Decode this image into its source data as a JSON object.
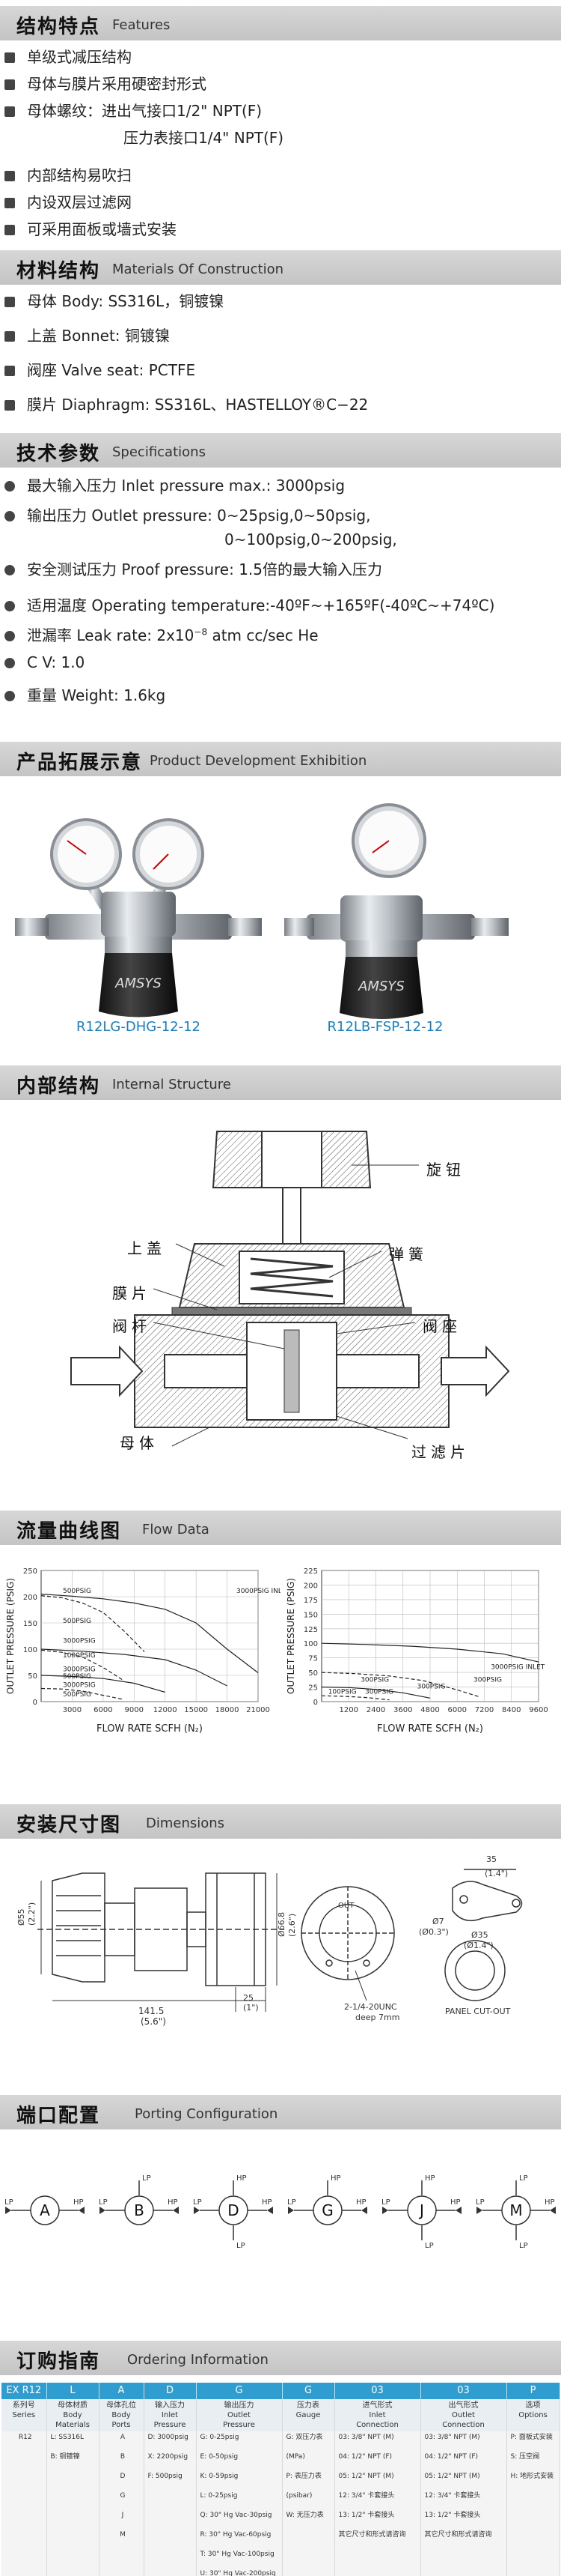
{
  "features": {
    "title_zh": "结构特点",
    "title_en": "Features",
    "items": [
      "单级式减压结构",
      "母体与膜片采用硬密封形式",
      "母体螺纹：进出气接口1/2\" NPT(F)",
      "压力表接口1/4\" NPT(F)",
      "内部结构易吹扫",
      "内设双层过滤网",
      "可采用面板或墙式安装"
    ]
  },
  "materials": {
    "title_zh": "材料结构",
    "title_en": "Materials Of Construction",
    "items": [
      "母体 Body: SS316L，铜镀镍",
      "上盖 Bonnet: 铜镀镍",
      "阀座 Valve seat: PCTFE",
      "膜片 Diaphragm: SS316L、HASTELLOY®C−22"
    ]
  },
  "specs": {
    "title_zh": "技术参数",
    "title_en": "Specifications",
    "inlet": "最大输入压力 Inlet pressure max.: 3000psig",
    "outlet_1": "输出压力 Outlet pressure: 0~25psig,0~50psig,",
    "outlet_2": "0~100psig,0~200psig,",
    "proof": "安全测试压力 Proof pressure: 1.5倍的最大输入压力",
    "temp": "适用温度 Operating temperature:-40ºF~+165ºF(-40ºC~+74ºC)",
    "leak_pre": "泄漏率 Leak rate: 2x10",
    "leak_exp": "−8",
    "leak_post": " atm cc/sec He",
    "cv": "C V: 1.0",
    "weight": "重量 Weight: 1.6kg"
  },
  "products": {
    "title_zh": "产品拓展示意",
    "title_en": "Product Development Exhibition",
    "left_caption": "R12LG-DHG-12-12",
    "right_caption": "R12LB-FSP-12-12",
    "brand": "AMSYS"
  },
  "internal": {
    "title_zh": "内部结构",
    "title_en": "Internal Structure",
    "labels": {
      "knob": "旋钮",
      "bonnet": "上盖",
      "spring": "弹簧",
      "diaphragm": "膜片",
      "stem": "阀杆",
      "seat": "阀座",
      "body": "母体",
      "filter": "过滤片"
    }
  },
  "flow": {
    "title_zh": "流量曲线图",
    "title_en": "Flow Data"
  },
  "chart_data": [
    {
      "type": "line",
      "ylabel": "OUTLET PRESSURE (PSIG)",
      "xlabel": "FLOW RATE SCFH (N₂)",
      "x_ticks": [
        "3000",
        "6000",
        "9000",
        "12000",
        "15000",
        "18000",
        "21000"
      ],
      "y_ticks": [
        "0",
        "50",
        "100",
        "150",
        "200",
        "250"
      ],
      "xlim": [
        0,
        21000
      ],
      "ylim": [
        0,
        250
      ],
      "series_labels": [
        "500PSIG",
        "3000PSIG INLET",
        "500PSIG",
        "3000PSIG",
        "1000PSIG",
        "3000PSIG",
        "500PSIG",
        "3000PSIG",
        "500PSIG"
      ],
      "series": [
        {
          "values": [
            [
              0,
              205
            ],
            [
              3000,
              201
            ],
            [
              6000,
              196
            ],
            [
              9000,
              188
            ],
            [
              12000,
              176
            ],
            [
              15000,
              150
            ],
            [
              18000,
              100
            ],
            [
              21000,
              55
            ]
          ]
        },
        {
          "values": [
            [
              0,
              202
            ],
            [
              2000,
              198
            ],
            [
              4000,
              188
            ],
            [
              6000,
              170
            ],
            [
              8000,
              135
            ],
            [
              10000,
              95
            ]
          ]
        },
        {
          "values": [
            [
              0,
              100
            ],
            [
              4000,
              96
            ],
            [
              8000,
              90
            ],
            [
              12000,
              80
            ],
            [
              15000,
              60
            ],
            [
              18000,
              30
            ]
          ]
        },
        {
          "values": [
            [
              0,
              98
            ],
            [
              2000,
              94
            ],
            [
              4000,
              85
            ],
            [
              6000,
              65
            ],
            [
              8000,
              40
            ]
          ]
        },
        {
          "values": [
            [
              0,
              50
            ],
            [
              3000,
              48
            ],
            [
              6000,
              44
            ],
            [
              9000,
              35
            ],
            [
              12000,
              18
            ]
          ]
        },
        {
          "values": [
            [
              0,
              25
            ],
            [
              2000,
              24
            ],
            [
              4000,
              20
            ],
            [
              6000,
              12
            ],
            [
              8000,
              4
            ]
          ]
        }
      ]
    },
    {
      "type": "line",
      "ylabel": "OUTLET PRESSURE (PSIG)",
      "xlabel": "FLOW RATE SCFH (N₂)",
      "x_ticks": [
        "1200",
        "2400",
        "3600",
        "4800",
        "6000",
        "7200",
        "8400",
        "9600"
      ],
      "y_ticks": [
        "0",
        "25",
        "50",
        "75",
        "100",
        "125",
        "150",
        "175",
        "200",
        "225"
      ],
      "xlim": [
        0,
        9600
      ],
      "ylim": [
        0,
        225
      ],
      "series_labels": [
        "3000PSIG INLET",
        "300PSIG",
        "300PSIG",
        "100PSIG",
        "300PSIG",
        "300PSIG"
      ],
      "series": [
        {
          "values": [
            [
              0,
              100
            ],
            [
              2000,
              98
            ],
            [
              4000,
              95
            ],
            [
              6000,
              90
            ],
            [
              8000,
              82
            ],
            [
              9600,
              68
            ]
          ]
        },
        {
          "values": [
            [
              0,
              50
            ],
            [
              1500,
              48
            ],
            [
              3000,
              44
            ],
            [
              4500,
              36
            ],
            [
              6000,
              20
            ],
            [
              7000,
              8
            ]
          ]
        },
        {
          "values": [
            [
              0,
              25
            ],
            [
              1200,
              24
            ],
            [
              2400,
              21
            ],
            [
              3600,
              15
            ],
            [
              4800,
              6
            ]
          ]
        },
        {
          "values": [
            [
              0,
              10
            ],
            [
              1000,
              9
            ],
            [
              2000,
              7
            ],
            [
              3000,
              3
            ]
          ]
        }
      ]
    }
  ],
  "dimensions": {
    "title_zh": "安装尺寸图",
    "title_en": "Dimensions",
    "d_left": "Ø55",
    "d_left_in": "(2.2\")",
    "d_mid": "Ø66.8",
    "d_mid_in": "(2.6\")",
    "len": "141.5",
    "len_in": "(5.6\")",
    "h25": "25",
    "h25_in": "(1\")",
    "thread": "2-1/4-20UNC",
    "deep": "deep 7mm",
    "d35": "35",
    "d35_in": "(1.4\")",
    "d7": "Ø7",
    "d7_in": "(Ø0.3\")",
    "d35c": "Ø35",
    "d35c_in": "(Ø1.4\")",
    "panel": "PANEL CUT-OUT",
    "out": "OUT"
  },
  "ports": {
    "title_zh": "端口配置",
    "title_en": "Porting Configuration",
    "items": [
      "A",
      "B",
      "D",
      "G",
      "J",
      "M"
    ],
    "lp": "LP",
    "hp": "HP"
  },
  "ordering": {
    "title_zh": "订购指南",
    "title_en": "Ordering Information",
    "codes": [
      "EX R12",
      "L",
      "A",
      "D",
      "G",
      "G",
      "03",
      "03",
      "P"
    ],
    "heads": [
      [
        "系列号",
        "Series"
      ],
      [
        "母体材质",
        "Body",
        "Materials"
      ],
      [
        "母体孔位",
        "Body",
        "Ports"
      ],
      [
        "输入压力",
        "Inlet",
        "Pressure"
      ],
      [
        "输出压力",
        "Outlet",
        "Pressure"
      ],
      [
        "压力表",
        "Gauge"
      ],
      [
        "进气形式",
        "Inlet",
        "Connection"
      ],
      [
        "出气形式",
        "Outlet",
        "Connection"
      ],
      [
        "选项",
        "Options"
      ]
    ],
    "body": [
      [
        "R12"
      ],
      [
        "L: SS316L",
        "B: 铜镀镍"
      ],
      [
        "A",
        "B",
        "D",
        "G",
        "J",
        "M"
      ],
      [
        "D: 3000psig",
        "X: 2200psig",
        "F: 500psig"
      ],
      [
        "G: 0-25psig",
        "E: 0-50psig",
        "K: 0-59psig",
        "L: 0-25psig",
        "Q: 30\" Hg Vac-30psig",
        "R: 30\" Hg Vac-60psig",
        "T: 30\" Hg Vac-100psig",
        "U: 30\" Hg Vac-200psig"
      ],
      [
        "G: 双压力表",
        "(MPa)",
        "P: 表压力表",
        "(psibar)",
        "W: 无压力表"
      ],
      [
        "03: 3/8\" NPT (M)",
        "04: 1/2\" NPT (F)",
        "05: 1/2\" NPT (M)",
        "12: 3/4\" 卡套接头",
        "13: 1/2\" 卡套接头",
        "其它尺寸和形式请咨询"
      ],
      [
        "03: 3/8\" NPT (M)",
        "04: 1/2\" NPT (F)",
        "05: 1/2\" NPT (M)",
        "12: 3/4\" 卡套接头",
        "13: 1/2\" 卡套接头",
        "其它尺寸和形式请咨询"
      ],
      [
        "P: 面板式安装",
        "S: 压空阀",
        "H: 地形式安装"
      ]
    ]
  }
}
